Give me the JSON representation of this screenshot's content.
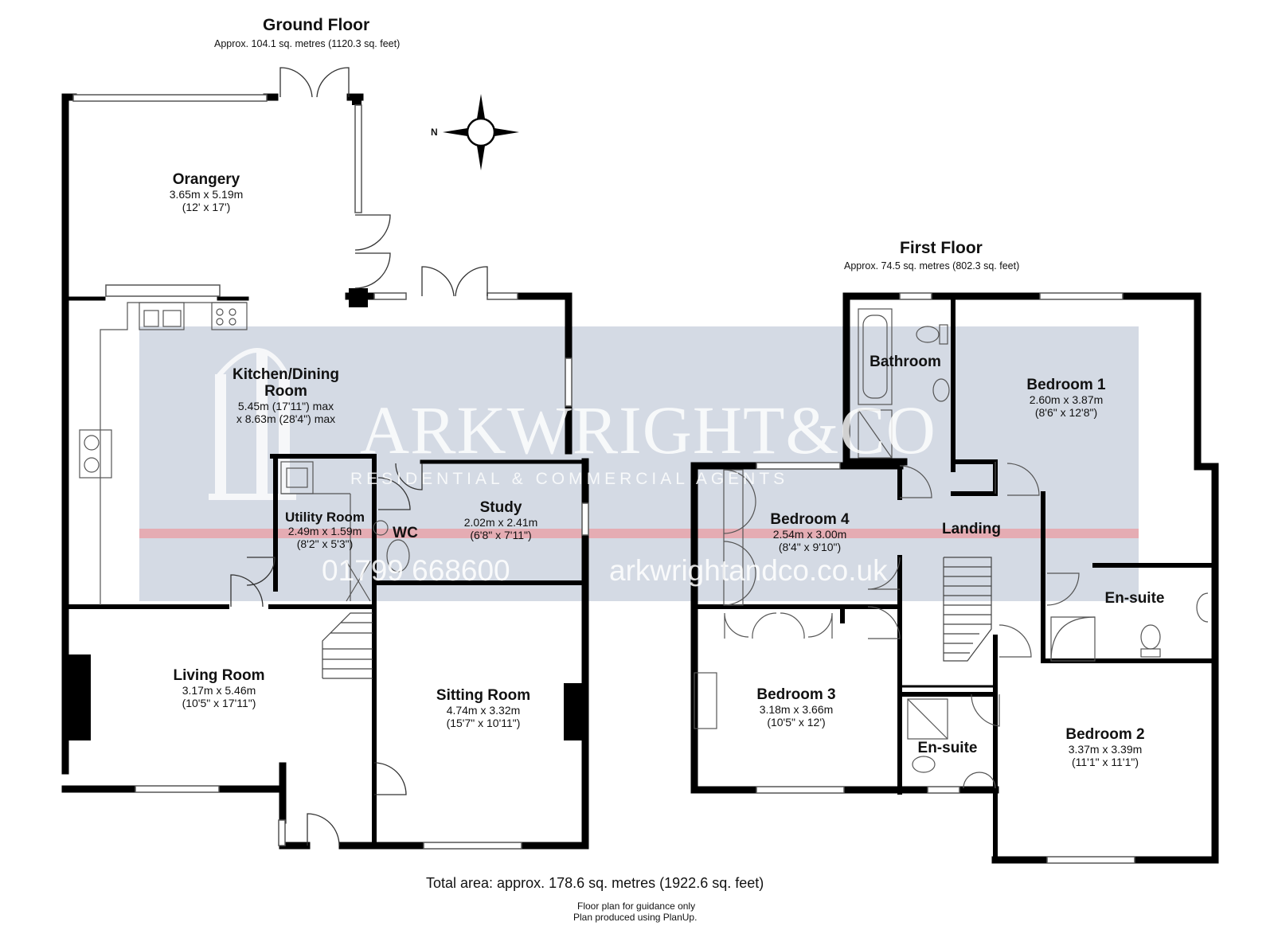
{
  "ground_floor": {
    "title": "Ground Floor",
    "area": "Approx. 104.1 sq. metres (1120.3 sq. feet)",
    "rooms": [
      {
        "name": "Orangery",
        "dims": [
          "3.65m x 5.19m",
          "(12' x 17')"
        ]
      },
      {
        "name": "Kitchen/Dining Room",
        "dims": [
          "5.45m (17'11\") max",
          "x 8.63m (28'4\") max"
        ]
      },
      {
        "name": "Utility Room",
        "dims": [
          "2.49m x 1.59m",
          "(8'2\" x 5'3\")"
        ]
      },
      {
        "name": "WC",
        "dims": []
      },
      {
        "name": "Study",
        "dims": [
          "2.02m x 2.41m",
          "(6'8\" x 7'11\")"
        ]
      },
      {
        "name": "Living Room",
        "dims": [
          "3.17m x 5.46m",
          "(10'5\" x 17'11\")"
        ]
      },
      {
        "name": "Sitting Room",
        "dims": [
          "4.74m x 3.32m",
          "(15'7\" x 10'11\")"
        ]
      }
    ]
  },
  "first_floor": {
    "title": "First Floor",
    "area": "Approx. 74.5 sq. metres (802.3 sq. feet)",
    "rooms": [
      {
        "name": "Bathroom",
        "dims": []
      },
      {
        "name": "Bedroom 1",
        "dims": [
          "2.60m x 3.87m",
          "(8'6\" x 12'8\")"
        ]
      },
      {
        "name": "Bedroom 4",
        "dims": [
          "2.54m x 3.00m",
          "(8'4\" x 9'10\")"
        ]
      },
      {
        "name": "Landing",
        "dims": []
      },
      {
        "name": "En-suite",
        "dims": []
      },
      {
        "name": "Bedroom 3",
        "dims": [
          "3.18m x 3.66m",
          "(10'5\" x 12')"
        ]
      },
      {
        "name": "En-suite",
        "dims": []
      },
      {
        "name": "Bedroom 2",
        "dims": [
          "3.37m x 3.39m",
          "(11'1\" x 11'1\")"
        ]
      }
    ]
  },
  "compass": {
    "label": "N",
    "icon": "compass-rose-icon"
  },
  "footer": {
    "total_area": "Total area: approx. 178.6 sq. metres (1922.6 sq. feet)",
    "note_1": "Floor plan for guidance only",
    "note_2": "Plan produced using PlanUp."
  },
  "watermark": {
    "brand": "ARKWRIGHT&CO",
    "tagline": "RESIDENTIAL & COMMERCIAL AGENTS",
    "phone": "01799 668600",
    "website": "arkwrightandco.co.uk",
    "band_color": "#1f3a6e",
    "accent_color": "#e8505b"
  },
  "colors": {
    "wall": "#000000",
    "fixture": "#666666",
    "band": "#b9c3d3"
  }
}
